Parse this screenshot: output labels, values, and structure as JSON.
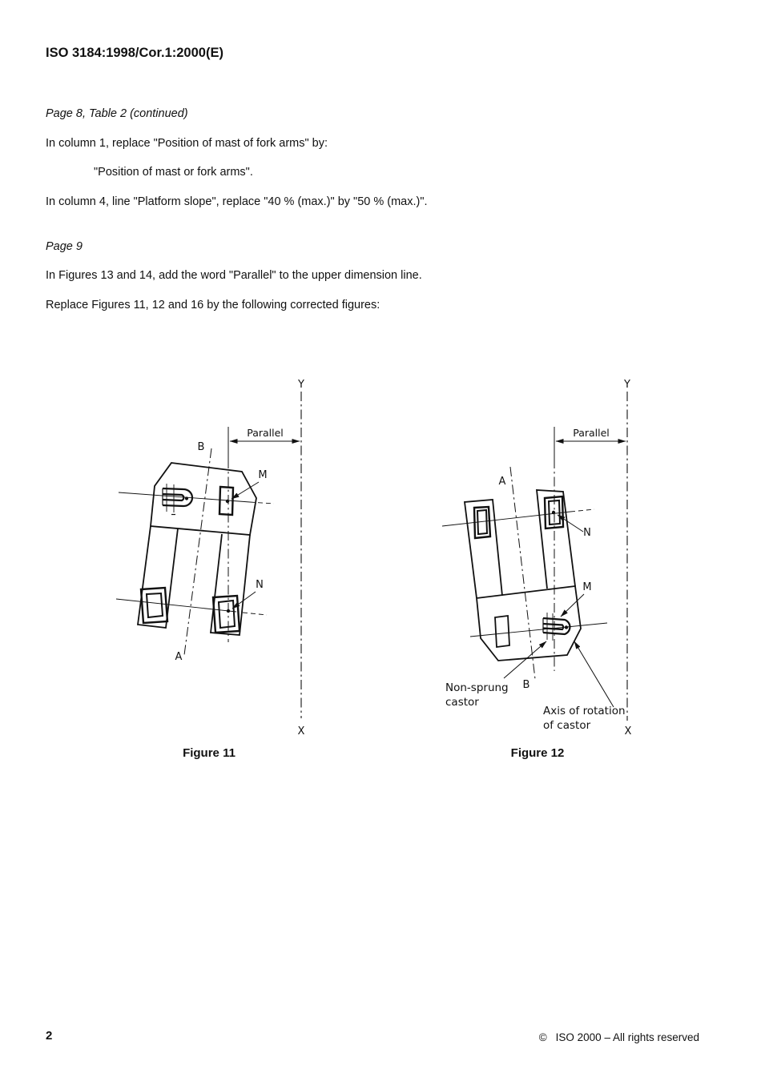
{
  "page": {
    "header": "ISO 3184:1998/Cor.1:2000(E)",
    "page_number": "2",
    "copyright_symbol": "©",
    "copyright_text": "ISO 2000 – All rights reserved"
  },
  "content": {
    "section1_title": "Page 8, Table 2 (continued)",
    "para1": "In column 1, replace \"Position of mast of fork arms\" by:",
    "para2": "\"Position of mast or fork arms\".",
    "para3": "In column 4, line \"Platform slope\", replace \"40 % (max.)\" by \"50 % (max.)\".",
    "section2_title": "Page 9",
    "para4": "In Figures 13 and 14, add the word \"Parallel\" to the upper dimension line.",
    "para5": "Replace Figures 11, 12 and 16 by the following corrected figures:"
  },
  "figure11": {
    "caption": "Figure 11",
    "labels": {
      "y": "Y",
      "x": "X",
      "parallel": "Parallel",
      "a": "A",
      "b": "B",
      "m": "M",
      "n": "N"
    }
  },
  "figure12": {
    "caption": "Figure 12",
    "labels": {
      "y": "Y",
      "x": "X",
      "parallel": "Parallel",
      "a": "A",
      "b": "B",
      "m": "M",
      "n": "N",
      "non_sprung_1": "Non-sprung",
      "non_sprung_2": "castor",
      "axis_rot_1": "Axis of rotation",
      "axis_rot_2": "of castor"
    }
  }
}
